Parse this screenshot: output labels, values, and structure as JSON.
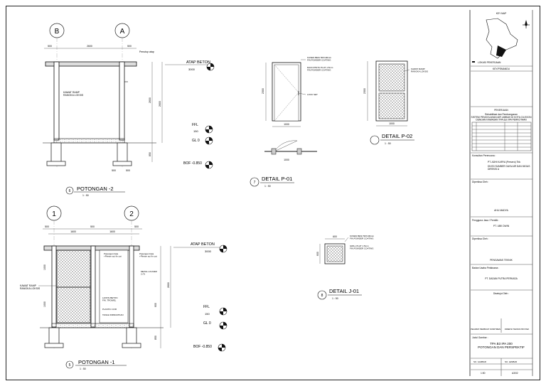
{
  "drawings": {
    "potongan2": {
      "title": "POTONGAN -2",
      "scale": "1 : 50",
      "number": "6",
      "grid_b": "B",
      "grid_a": "A",
      "dims_top": [
        "500",
        "2600",
        "500"
      ],
      "note_roof": "Penutup atap",
      "label_wall": "KAWAT RAMP\nRANGKA LOKSIS",
      "atap_label": "ATAP BETON",
      "atap_value": "3000",
      "ffl_label": "FFL",
      "ffl_value": "150",
      "gl_label": "GL 0",
      "bof_label": "BOF -0.850",
      "dim_side": "2600",
      "dim_side2": "2600",
      "dim_bottom": [
        "500",
        "500"
      ],
      "dim_low": "850"
    },
    "potongan1": {
      "title": "POTONGAN -1",
      "scale": "1 : 50",
      "number": "5",
      "grid_1": "1",
      "grid_2": "2",
      "dims_top": [
        "500",
        "1600",
        "500",
        "1600",
        "500"
      ],
      "label_wall": "KAWAT RAMP\nRANGKA LOKSIS",
      "note_a": "Pasangan bata\n+Plester aci fin cat",
      "note_b": "Pasangan bata\n+Plester aci fin cat",
      "note_c": "METAL LOUVER\n2 (?)",
      "note_d": "LANTAI BETON\nFIN. TROWEL",
      "note_e": "PLASTIC COR",
      "note_f": "TANAH DIPADATKAN",
      "atap_label": "ATAP BETON",
      "atap_value": "3000",
      "ffl_label": "FFL",
      "ffl_value": "150",
      "gl_label": "GL 0",
      "bof_label": "BOF -0.850",
      "dim_side": "2600",
      "dim_a": "1000",
      "dim_b": "1000",
      "dim_c": "600",
      "dim_d": "850"
    },
    "detail_p01": {
      "title": "DETAIL P-01",
      "scale": "1 : 50",
      "number": "7",
      "note_1": "KUSEN BESI 50X100mm\nFIN.POWDER COATING",
      "note_2": "DAUN PINTU PLAT 1.5mm\nFIN.POWDER COATING",
      "note_3": "LOCK SET",
      "dim_h": "2300",
      "dim_w": "1000",
      "dim_w2": "1000"
    },
    "detail_p02": {
      "title": "DETAIL P-02",
      "scale": "1 : 50",
      "note_1": "KAWAT RAMP\nRANGKA LOKSIS",
      "dim_h": "2300",
      "dim_w": "1000"
    },
    "detail_j01": {
      "title": "DETAIL J-01",
      "scale": "1 : 50",
      "number": "8",
      "note_1": "KUSEN BESI 50X100mm\nFIN.POWDER COATING",
      "note_2": "GRILL PLAT 1.5mm\nFIN.POWDER COATING",
      "dim_w": "600",
      "dim_h": "600"
    }
  },
  "title_block": {
    "key_map": "KEY MAP",
    "key_map_caption": "LOKASI PEKERJAAN",
    "key_map_sub": "KEY/PEMANDU",
    "project_header": "PEKERJAAN",
    "project_name": "Rehabilitasi dan Pembangunan\nSISTEM PENGOLAHAN AIR LIMBAH DI KOTA CILEGON\nDENGAN KAWASAN TPA dan IPA PERKOTAAN",
    "consultant_label": "Konsultan Perencana :",
    "consultant": "PT. ADHI KARYA (Persero) Tbk",
    "consultant_sub": "DIVISI SUMBER DAYA AIR DAN MIGAS\nDIREKSI A",
    "approved_label": "Diperiksa Oleh :",
    "approved_sign": "AHLI MADYA",
    "agency_label": "Pengguna Jasa / Pemilik :",
    "agency": "PT. UBK DWIN",
    "checked_label": "Diperiksa Oleh :",
    "checked_sign": "PENGAWAS TEKNIK",
    "owner_label": "Badan Usaha Pelaksana :",
    "owner": "PT. DADAN PUTRA PERKASA",
    "reviewed_label": "Disetujui Oleh :",
    "sign_left": "PEJABAT PEMBUAT KOMITMEN",
    "sign_right": "DIREKSI TEKNIK PROYEK",
    "drawing_title_label": "Judul Gambar :",
    "drawing_title": "TPA B3 IPA 200\nPOTONGAN DAN PERSPEKTIF",
    "sheet_no_label": "NO. GAMBAR",
    "sheet_label": "NO. LEMBAR",
    "scale_value": "1:50",
    "sheet_value": "A3/02"
  }
}
